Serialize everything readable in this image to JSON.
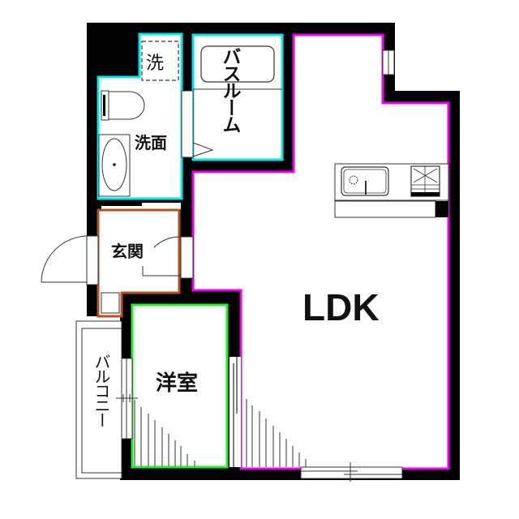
{
  "floor_plan": {
    "rooms": {
      "laundry": {
        "label": "洗",
        "border_color": "#00e5ee"
      },
      "washroom": {
        "label": "洗面",
        "border_color": "#00e5ee"
      },
      "bathroom": {
        "label": "バスルーム",
        "border_color": "#00e5ee"
      },
      "entrance": {
        "label": "玄関",
        "border_color": "#b5521b"
      },
      "western_room": {
        "label": "洋室",
        "border_color": "#22ee22"
      },
      "ldk": {
        "label": "LDK",
        "border_color": "#ee00ee"
      },
      "balcony": {
        "label": "バルコニー",
        "border_color": "#333333"
      }
    },
    "wall_color": "#000000"
  }
}
